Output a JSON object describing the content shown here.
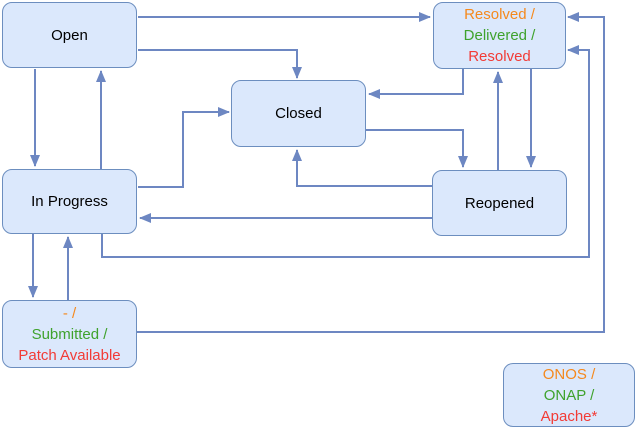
{
  "nodes": {
    "open": {
      "label": "Open"
    },
    "resolved": {
      "line1": "Resolved /",
      "line2": "Delivered /",
      "line3": "Resolved"
    },
    "closed": {
      "label": "Closed"
    },
    "in_progress": {
      "label": "In Progress"
    },
    "reopened": {
      "label": "Reopened"
    },
    "submitted": {
      "line1": "- /",
      "line2": "Submitted /",
      "line3": "Patch Available"
    },
    "legend": {
      "line1": "ONOS /",
      "line2": "ONAP /",
      "line3": "Apache*"
    }
  },
  "colors": {
    "node_fill": "#dbe8fc",
    "node_border": "#6c8ebf",
    "connector": "#6d87c2",
    "text_default": "#000000",
    "onos_orange": "#f5891d",
    "onap_green": "#3fa22d",
    "apache_red": "#f23b36"
  },
  "edges": [
    {
      "from": "Open",
      "to": "In Progress"
    },
    {
      "from": "In Progress",
      "to": "Open"
    },
    {
      "from": "Open",
      "to": "Resolved / Delivered / Resolved"
    },
    {
      "from": "Open",
      "to": "Closed"
    },
    {
      "from": "In Progress",
      "to": "Closed"
    },
    {
      "from": "Resolved / Delivered / Resolved",
      "to": "Closed"
    },
    {
      "from": "Closed",
      "to": "Reopened"
    },
    {
      "from": "Reopened",
      "to": "Resolved / Delivered / Resolved"
    },
    {
      "from": "Resolved / Delivered / Resolved",
      "to": "Reopened"
    },
    {
      "from": "Reopened",
      "to": "Closed"
    },
    {
      "from": "Reopened",
      "to": "In Progress"
    },
    {
      "from": "In Progress",
      "to": "Resolved / Delivered / Resolved"
    },
    {
      "from": "In Progress",
      "to": "- / Submitted / Patch Available"
    },
    {
      "from": "- / Submitted / Patch Available",
      "to": "In Progress"
    },
    {
      "from": "- / Submitted / Patch Available",
      "to": "Resolved / Delivered / Resolved"
    }
  ]
}
